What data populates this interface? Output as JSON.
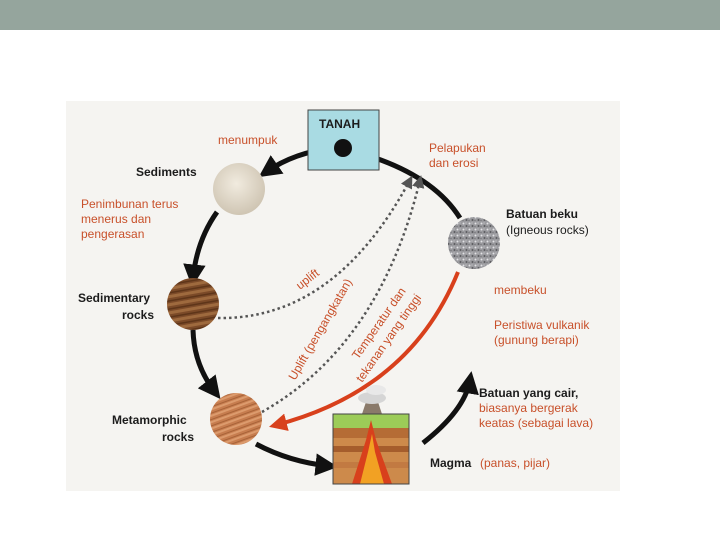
{
  "diagram": {
    "nodes": {
      "tanah": "TANAH",
      "sediments": "Sediments",
      "sedimentary_line1": "Sedimentary",
      "sedimentary_line2": "rocks",
      "metamorphic_line1": "Metamorphic",
      "metamorphic_line2": "rocks",
      "batuan_beku": "Batuan beku",
      "igneous": "(Igneous rocks)",
      "batuan_cair": "Batuan yang cair,",
      "magma": "Magma"
    },
    "labels": {
      "menumpuk": "menumpuk",
      "pelapukan_line1": "Pelapukan",
      "pelapukan_line2": "dan erosi",
      "penimbunan_line1": "Penimbunan terus",
      "penimbunan_line2": "menerus dan",
      "penimbunan_line3": "pengerasan",
      "membeku": "membeku",
      "peristiwa_line1": "Peristiwa vulkanik",
      "peristiwa_line2": "(gunung berapi)",
      "bergerak_line1": "biasanya bergerak",
      "bergerak_line2": "keatas (sebagai lava)",
      "magma_desc": "(panas, pijar)",
      "uplift": "uplift",
      "uplift_pengangkatan": "Uplift (pengangkatan)",
      "temperatur_line1": "Temperatur dan",
      "temperatur_line2": "tekanan yang tinggi"
    },
    "colors": {
      "top_bar": "#95a59d",
      "panel": "#f5f4f1",
      "tanah_box": "#a9dbe3",
      "arrow_black": "#111111",
      "arrow_red": "#d8401c",
      "label_red": "#c8502a",
      "dotted": "#555555"
    }
  }
}
